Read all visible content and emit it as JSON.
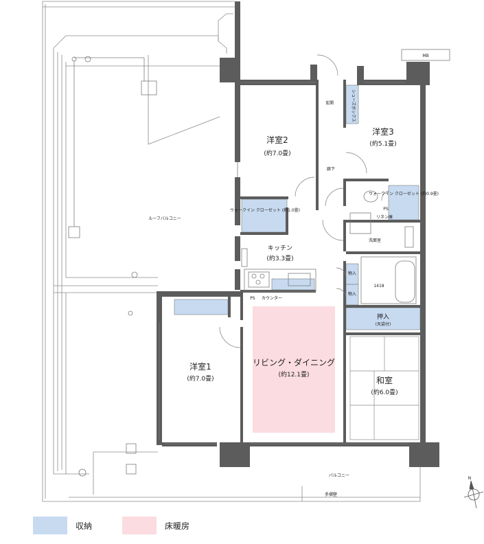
{
  "rooms": {
    "western2": {
      "name": "洋室2",
      "size": "(約7.0畳)"
    },
    "western3": {
      "name": "洋室3",
      "size": "(約5.1畳)"
    },
    "western1": {
      "name": "洋室1",
      "size": "(約7.0畳)"
    },
    "kitchen": {
      "name": "キッチン",
      "size": "(約3.3畳)"
    },
    "living": {
      "name": "リビング・ダイニング",
      "size": "(約12.1畳)"
    },
    "japanese": {
      "name": "和室",
      "size": "(約6.0畳)"
    },
    "washroom": {
      "name": "洗面室"
    },
    "bath": {
      "name": "1418"
    },
    "hallway": {
      "name": "廊下"
    },
    "entrance": {
      "name": "玄関"
    }
  },
  "storage": {
    "wic1": "ウォークイン クローゼット (約1.0畳)",
    "wic3": "ウォークイン クローゼット (約0.9畳)",
    "shoes": "シューズボックス",
    "linen": "リネン庫",
    "oshiire": "押入",
    "oshiire_note": "(天袋付)",
    "monoire1": "物入",
    "monoire2": "物入"
  },
  "fixtures": {
    "counter": "カウンター",
    "ps": "PS",
    "ps2": "PS",
    "mb": "MB"
  },
  "outdoor": {
    "roof_balcony": "ルーフバルコニー",
    "balcony": "バルコニー",
    "railing": "手摺壁"
  },
  "legend": [
    {
      "label": "収納",
      "color": "#c7daf0"
    },
    {
      "label": "床暖房",
      "color": "#fbdce0"
    }
  ],
  "colors": {
    "storage": "#c7daf0",
    "floor_heating": "#fbdce0",
    "wall": "#5c5c5c",
    "line": "#7a7a7a"
  }
}
